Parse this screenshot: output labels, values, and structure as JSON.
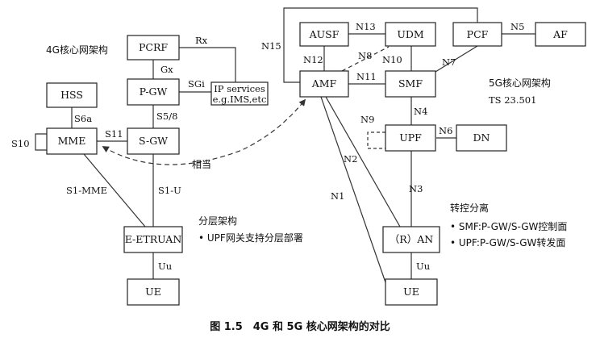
{
  "nodes": {
    "pcrf": "PCRF",
    "pgw": "P-GW",
    "hss": "HSS",
    "mme": "MME",
    "sgw": "S-GW",
    "enb": "E-ETRUAN",
    "ue4g": "UE",
    "ip_services_line1": "IP services",
    "ip_services_line2": "e.g.IMS,etc",
    "ausf": "AUSF",
    "udm": "UDM",
    "pcf": "PCF",
    "af": "AF",
    "amf": "AMF",
    "smf": "SMF",
    "upf": "UPF",
    "dn": "DN",
    "ran": "（R）AN",
    "ue5g": "UE"
  },
  "interfaces": {
    "rx": "Rx",
    "gx": "Gx",
    "sgi": "SGi",
    "s5_8": "S5/8",
    "s6a": "S6a",
    "s11": "S11",
    "s10": "S10",
    "s1_mme": "S1-MME",
    "s1_u": "S1-U",
    "uu_4g": "Uu",
    "n15": "N15",
    "n13": "N13",
    "n12": "N12",
    "n8": "N8",
    "n10": "N10",
    "n5": "N5",
    "n7": "N7",
    "n11": "N11",
    "n4": "N4",
    "n9": "N9",
    "n6": "N6",
    "n2": "N2",
    "n1": "N1",
    "n3": "N3",
    "uu_5g": "Uu"
  },
  "annotations": {
    "title_4g": "4G核心网架构",
    "title_5g": "5G核心网架构",
    "ts": "TS 23.501",
    "equivalent": "相当",
    "layered_title": "分层架构",
    "layered_bullet": "• UPF网关支持分层部署",
    "cp_up_title": "转控分离",
    "cp_up_bullet1": "• SMF:P-GW/S-GW控制面",
    "cp_up_bullet2": "• UPF:P-GW/S-GW转发面"
  },
  "caption": "图 1.5　4G 和 5G 核心网架构的对比",
  "colors": {
    "line": "#333333",
    "box_border": "#222222",
    "text": "#111111"
  }
}
